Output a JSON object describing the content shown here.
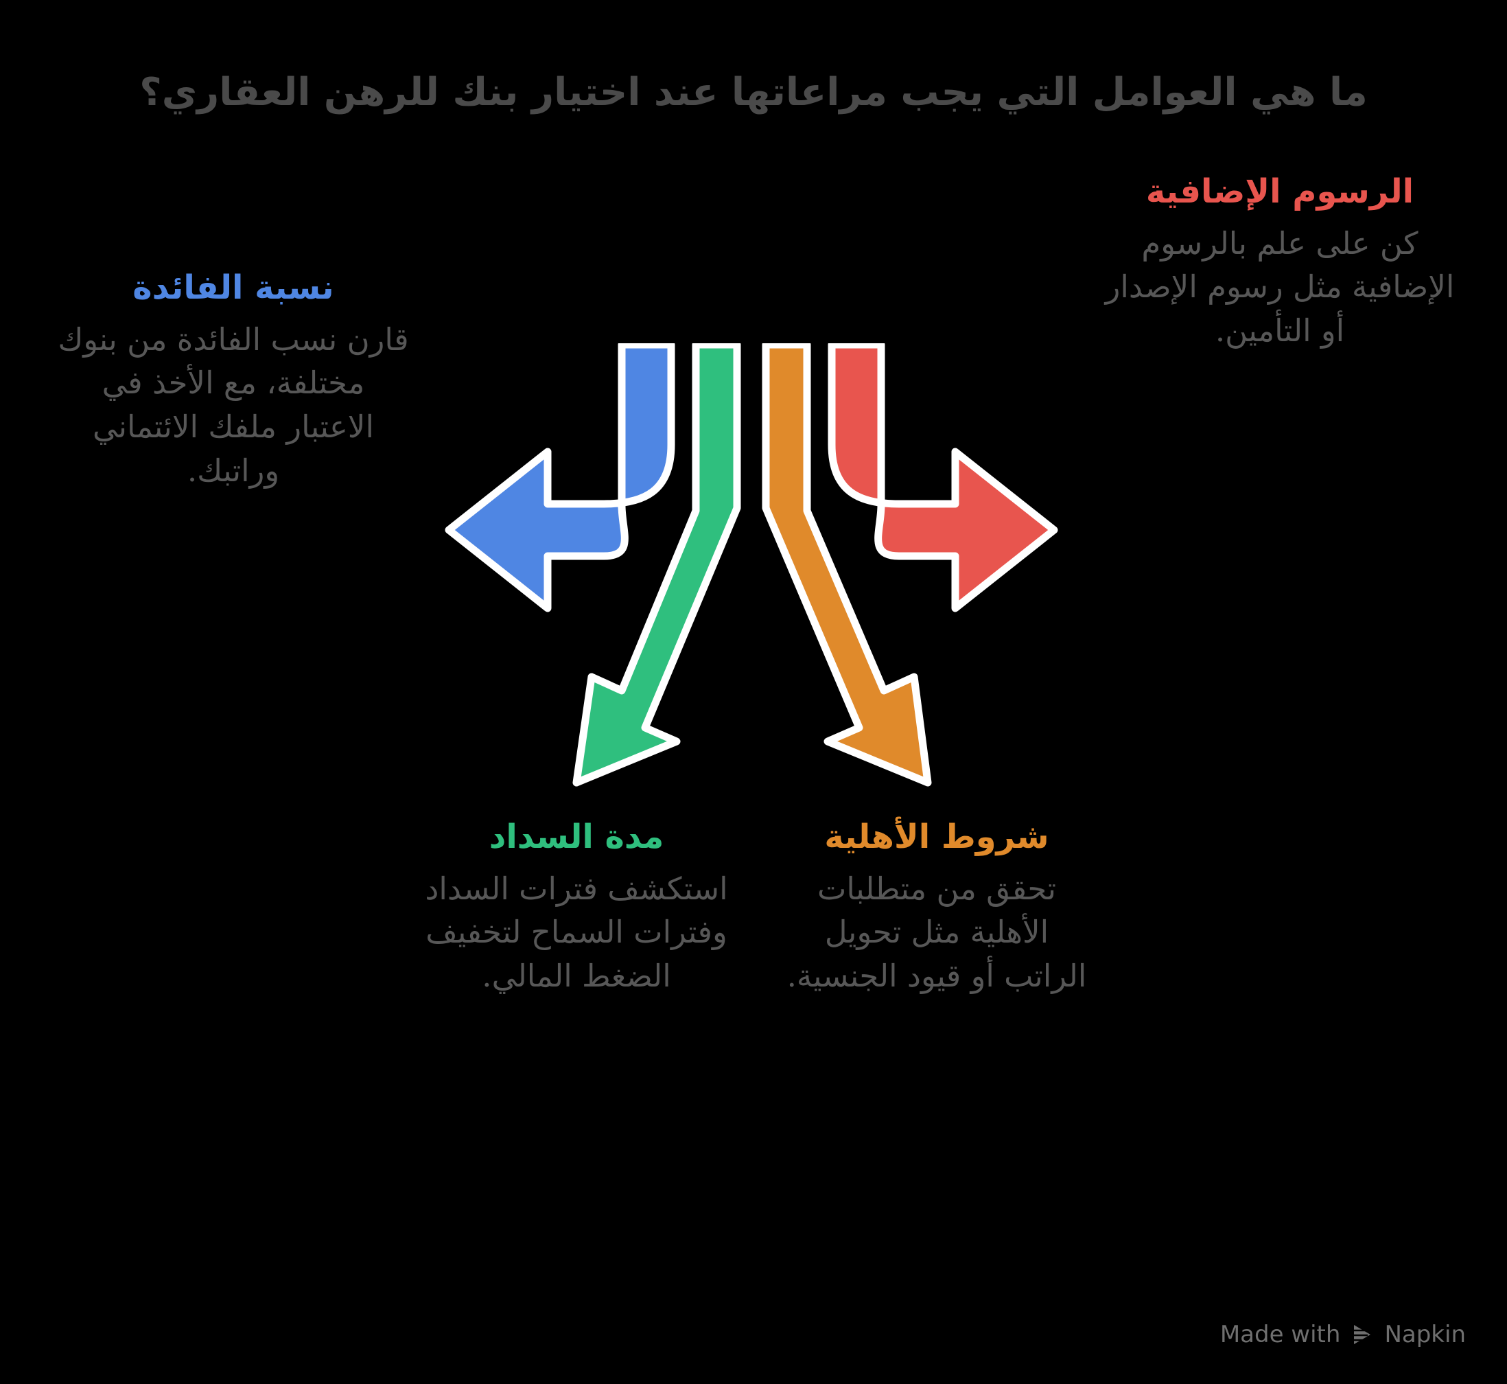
{
  "page": {
    "background_color": "#000000",
    "title": "ما هي العوامل التي يجب مراعاتها عند اختيار بنك للرهن العقاري؟",
    "title_color": "#4a4a4a",
    "body_text_color": "#575757"
  },
  "nodes": [
    {
      "id": "interest-rate",
      "heading": "نسبة الفائدة",
      "body": "قارن نسب الفائدة من بنوك مختلفة، مع الأخذ في الاعتبار ملفك الائتماني وراتبك.",
      "color": "#4F86E3",
      "direction": "left"
    },
    {
      "id": "additional-fees",
      "heading": "الرسوم الإضافية",
      "body": "كن على علم بالرسوم الإضافية مثل رسوم الإصدار أو التأمين.",
      "color": "#E8554E",
      "direction": "right"
    },
    {
      "id": "repayment-period",
      "heading": "مدة السداد",
      "body": "استكشف فترات السداد وفترات السماح لتخفيف الضغط المالي.",
      "color": "#2FBF7E",
      "direction": "down-left"
    },
    {
      "id": "eligibility-conditions",
      "heading": "شروط الأهلية",
      "body": "تحقق من متطلبات الأهلية مثل تحويل الراتب أو قيود الجنسية.",
      "color": "#E08A2B",
      "direction": "down-right"
    }
  ],
  "diagram": {
    "type": "fan-out-arrows",
    "arrow_count": 4,
    "outline_color": "#ffffff",
    "arrow_colors": {
      "blue": "#4F86E3",
      "green": "#2FBF7E",
      "orange": "#E08A2B",
      "red": "#E8554E"
    }
  },
  "watermark": {
    "prefix": "Made with",
    "brand": "Napkin"
  }
}
